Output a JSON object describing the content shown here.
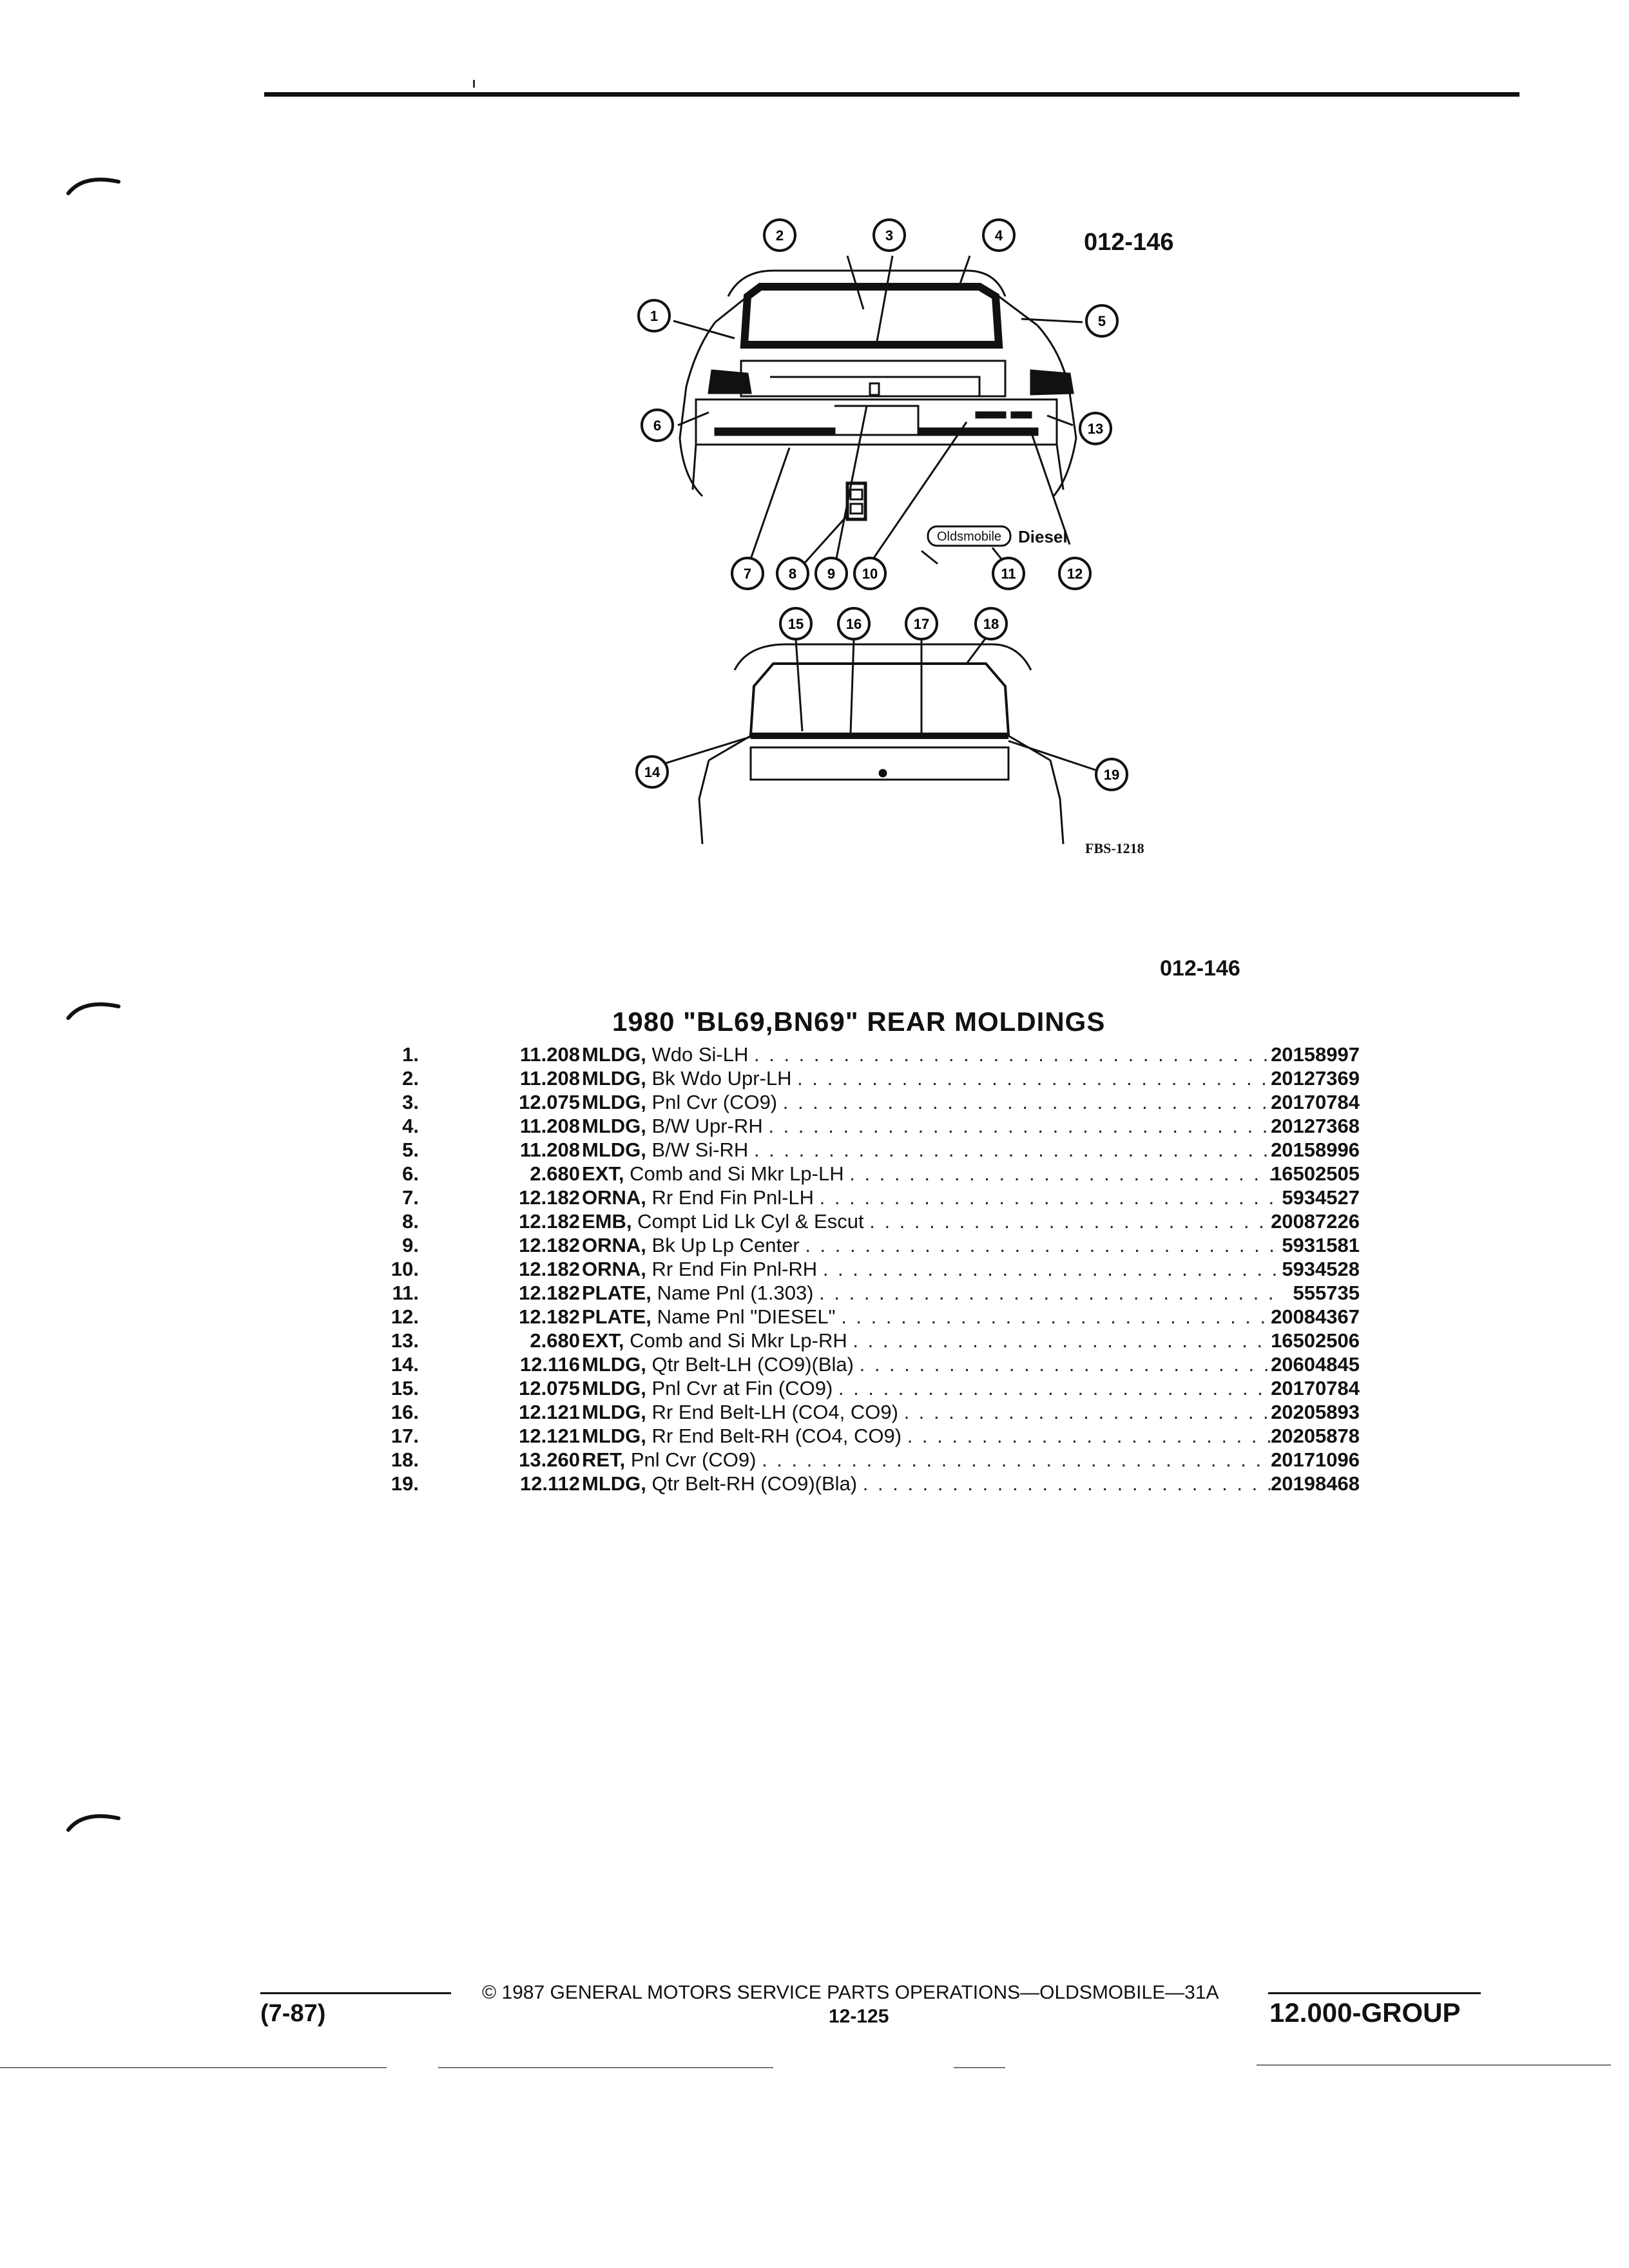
{
  "header": {
    "figure_id": "012-146",
    "image_code": "FBS-1218"
  },
  "diagram": {
    "upper_callouts": [
      "1",
      "2",
      "3",
      "4",
      "5",
      "6",
      "7",
      "8",
      "9",
      "10",
      "11",
      "12",
      "13"
    ],
    "lower_callouts": [
      "14",
      "15",
      "16",
      "17",
      "18",
      "19"
    ],
    "nameplate_text": "Oldsmobile",
    "diesel_text": "Diesel"
  },
  "section": {
    "id": "012-146",
    "title": "1980 \"BL69,BN69\" REAR MOLDINGS"
  },
  "parts": [
    {
      "num": "1.",
      "group": "11.208",
      "abbr": "MLDG,",
      "desc": "Wdo Si-LH",
      "part": "20158997"
    },
    {
      "num": "2.",
      "group": "11.208",
      "abbr": "MLDG,",
      "desc": "Bk Wdo Upr-LH",
      "part": "20127369"
    },
    {
      "num": "3.",
      "group": "12.075",
      "abbr": "MLDG,",
      "desc": "Pnl Cvr (CO9)",
      "part": "20170784"
    },
    {
      "num": "4.",
      "group": "11.208",
      "abbr": "MLDG,",
      "desc": "B/W Upr-RH",
      "part": "20127368"
    },
    {
      "num": "5.",
      "group": "11.208",
      "abbr": "MLDG,",
      "desc": "B/W Si-RH",
      "part": "20158996"
    },
    {
      "num": "6.",
      "group": "2.680",
      "abbr": "EXT,",
      "desc": "Comb and Si Mkr Lp-LH",
      "part": "16502505"
    },
    {
      "num": "7.",
      "group": "12.182",
      "abbr": "ORNA,",
      "desc": "Rr End Fin Pnl-LH",
      "part": "5934527"
    },
    {
      "num": "8.",
      "group": "12.182",
      "abbr": "EMB,",
      "desc": "Compt Lid Lk Cyl & Escut",
      "part": "20087226"
    },
    {
      "num": "9.",
      "group": "12.182",
      "abbr": "ORNA,",
      "desc": "Bk Up Lp Center",
      "part": "5931581"
    },
    {
      "num": "10.",
      "group": "12.182",
      "abbr": "ORNA,",
      "desc": "Rr End Fin Pnl-RH",
      "part": "5934528"
    },
    {
      "num": "11.",
      "group": "12.182",
      "abbr": "PLATE,",
      "desc": "Name Pnl (1.303)",
      "part": "555735"
    },
    {
      "num": "12.",
      "group": "12.182",
      "abbr": "PLATE,",
      "desc": "Name Pnl \"DIESEL\"",
      "part": "20084367"
    },
    {
      "num": "13.",
      "group": "2.680",
      "abbr": "EXT,",
      "desc": "Comb and Si Mkr Lp-RH",
      "part": "16502506"
    },
    {
      "num": "14.",
      "group": "12.116",
      "abbr": "MLDG,",
      "desc": "Qtr Belt-LH (CO9)(Bla)",
      "part": "20604845"
    },
    {
      "num": "15.",
      "group": "12.075",
      "abbr": "MLDG,",
      "desc": "Pnl Cvr at Fin (CO9)",
      "part": "20170784"
    },
    {
      "num": "16.",
      "group": "12.121",
      "abbr": "MLDG,",
      "desc": "Rr End Belt-LH (CO4, CO9)",
      "part": "20205893"
    },
    {
      "num": "17.",
      "group": "12.121",
      "abbr": "MLDG,",
      "desc": "Rr End Belt-RH (CO4, CO9)",
      "part": "20205878"
    },
    {
      "num": "18.",
      "group": "13.260",
      "abbr": "RET,",
      "desc": "Pnl Cvr (CO9)",
      "part": "20171096"
    },
    {
      "num": "19.",
      "group": "12.112",
      "abbr": "MLDG,",
      "desc": "Qtr Belt-RH (CO9)(Bla)",
      "part": "20198468"
    }
  ],
  "footer": {
    "copyright": "© 1987 GENERAL MOTORS SERVICE PARTS OPERATIONS—OLDSMOBILE—31A",
    "revision": "(7-87)",
    "page": "12-125",
    "group": "12.000-GROUP"
  }
}
